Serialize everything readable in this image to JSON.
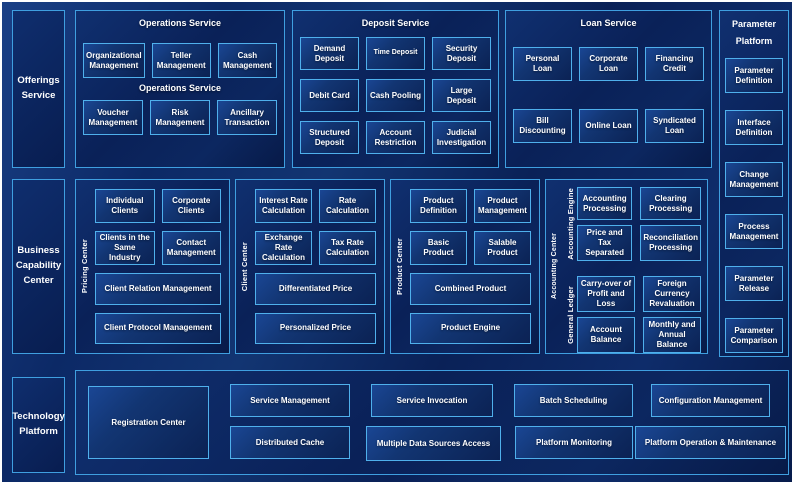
{
  "diagram": {
    "offerings_label": "Offerings Service",
    "business_capability_label": "Business Capability Center",
    "technology_label": "Technology Platform",
    "operations": {
      "title": "Operations Service",
      "subtitle": "Operations Service",
      "row1": [
        "Organizational Management",
        "Teller Management",
        "Cash Management"
      ],
      "row2": [
        "Voucher Management",
        "Risk Management",
        "Ancillary Transaction"
      ]
    },
    "deposit": {
      "title": "Deposit Service",
      "items": [
        "Demand Deposit",
        "Time Deposit",
        "Security Deposit",
        "Debit Card",
        "Cash Pooling",
        "Large Deposit",
        "Structured Deposit",
        "Account Restriction",
        "Judicial Investigation"
      ]
    },
    "loan": {
      "title": "Loan Service",
      "items": [
        "Personal Loan",
        "Corporate Loan",
        "Financing Credit",
        "Bill Discounting",
        "Online Loan",
        "Syndicated Loan"
      ]
    },
    "parameter_platform": {
      "title": "Parameter Platform",
      "items": [
        "Parameter Definition",
        "Interface Definition",
        "Change Management",
        "Process Management",
        "Parameter Release",
        "Parameter Comparison"
      ]
    },
    "pricing_center": {
      "vlabel": "Pricing Center",
      "row1": [
        "Individual Clients",
        "Corporate Clients"
      ],
      "row2": [
        "Clients in the Same Industry",
        "Contact Management"
      ],
      "wide1": "Client Relation Management",
      "wide2": "Client Protocol Management"
    },
    "client_center": {
      "vlabel": "Client Center",
      "row1": [
        "Interest Rate Calculation",
        "Rate Calculation"
      ],
      "row2": [
        "Exchange Rate Calculation",
        "Tax Rate Calculation"
      ],
      "wide1": "Differentiated Price",
      "wide2": "Personalized Price"
    },
    "product_center": {
      "vlabel": "Product Center",
      "row1": [
        "Product Definition",
        "Product Management"
      ],
      "row2": [
        "Basic Product",
        "Salable Product"
      ],
      "wide1": "Combined Product",
      "wide2": "Product Engine"
    },
    "accounting_center": {
      "vlabel": "Accounting Center",
      "engine": {
        "vlabel": "Accounting Engine",
        "items": [
          "Accounting Processing",
          "Clearing Processing",
          "Price and Tax Separated",
          "Reconciliation Processing"
        ]
      },
      "ledger": {
        "vlabel": "General Ledger",
        "items": [
          "Carry-over of Profit and Loss",
          "Foreign Currency Revaluation",
          "Account Balance",
          "Monthly and Annual Balance"
        ]
      }
    },
    "technology": {
      "registration": "Registration Center",
      "service_management": "Service Management",
      "distributed_cache": "Distributed Cache",
      "service_invocation": "Service Invocation",
      "multiple_data_sources": "Multiple Data Sources Access",
      "batch_scheduling": "Batch Scheduling",
      "platform_monitoring": "Platform Monitoring",
      "configuration_management": "Configuration Management",
      "platform_operation": "Platform Operation & Maintenance"
    },
    "colors": {
      "background": "#0a2460",
      "panel_border": "#3f9fe0",
      "box_border": "#4fb0ec",
      "frame": "#ffffff",
      "text": "#ffffff"
    }
  }
}
